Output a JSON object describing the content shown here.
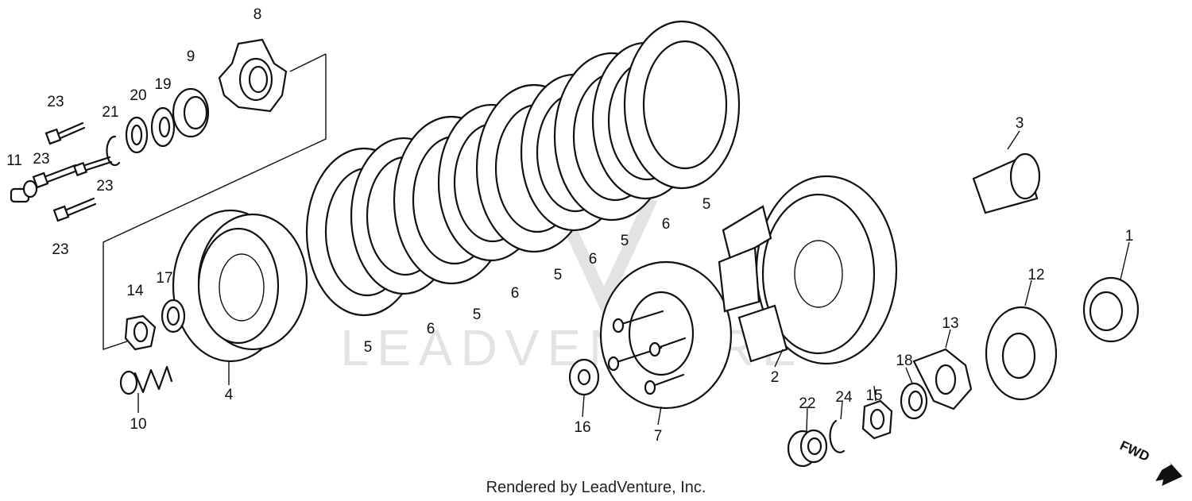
{
  "watermark": "LEADVENTURE",
  "footer": "Rendered by LeadVenture, Inc.",
  "direction_label": "FWD",
  "callouts": {
    "c1": "1",
    "c2": "2",
    "c3": "3",
    "c4": "4",
    "c5a": "5",
    "c5b": "5",
    "c5c": "5",
    "c5d": "5",
    "c5e": "5",
    "c6a": "6",
    "c6b": "6",
    "c6c": "6",
    "c6d": "6",
    "c7": "7",
    "c8": "8",
    "c9": "9",
    "c10": "10",
    "c11": "11",
    "c12": "12",
    "c13": "13",
    "c14": "14",
    "c15": "15",
    "c16": "16",
    "c17": "17",
    "c18": "18",
    "c19": "19",
    "c20": "20",
    "c21": "21",
    "c22": "22",
    "c23a": "23",
    "c23b": "23",
    "c23c": "23",
    "c23d": "23",
    "c24": "24"
  }
}
